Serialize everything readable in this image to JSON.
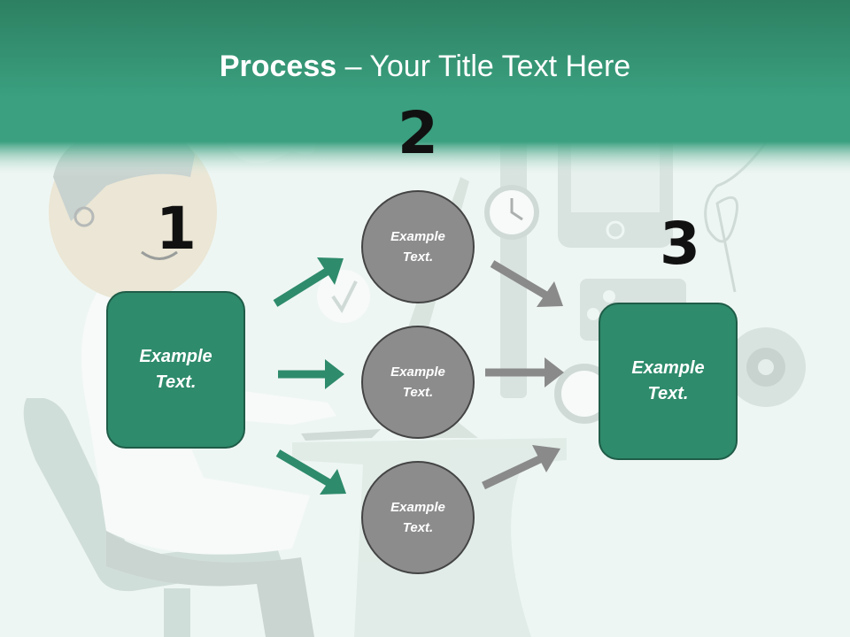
{
  "header": {
    "title_bold": "Process",
    "title_rest": " – Your Title Text Here"
  },
  "steps": {
    "one": {
      "number": "1",
      "text": "Example\nText."
    },
    "two": {
      "number": "2"
    },
    "three": {
      "number": "3",
      "text": "Example\nText."
    }
  },
  "circles": [
    {
      "text": "Example\nText."
    },
    {
      "text": "Example\nText."
    },
    {
      "text": "Example\nText."
    }
  ],
  "colors": {
    "header_green": "#3aa07f",
    "box_green": "#2e8b6c",
    "circle_gray": "#8c8c8c",
    "arrow_green": "#2e8b6c",
    "arrow_gray": "#8a8a8a"
  }
}
